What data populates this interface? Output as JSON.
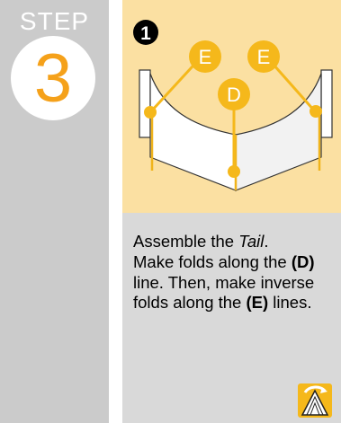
{
  "step": {
    "label": "STEP",
    "number": "3"
  },
  "diagram": {
    "sub_step": "1",
    "labels": {
      "left": "E",
      "center": "D",
      "right": "E"
    },
    "colors": {
      "callout": "#f5b81b",
      "fold_line": "#f0b41c",
      "paper": "#ffffff",
      "background": "#fbe0a2"
    }
  },
  "instructions": {
    "line1_pre": "Assemble the ",
    "line1_em": "Tail",
    "line1_post": ".",
    "line2_pre": "Make folds along the ",
    "line2_bold": "(D)",
    "line2_post": " line. Then, make inverse folds along the ",
    "line3_bold": "(E)",
    "line3_post": " lines."
  },
  "corner_icon": {
    "name": "rotate-model-icon"
  },
  "colors": {
    "accent": "#f5a11a",
    "left_panel": "#cbcbcb",
    "right_panel": "#d9d9d9"
  }
}
